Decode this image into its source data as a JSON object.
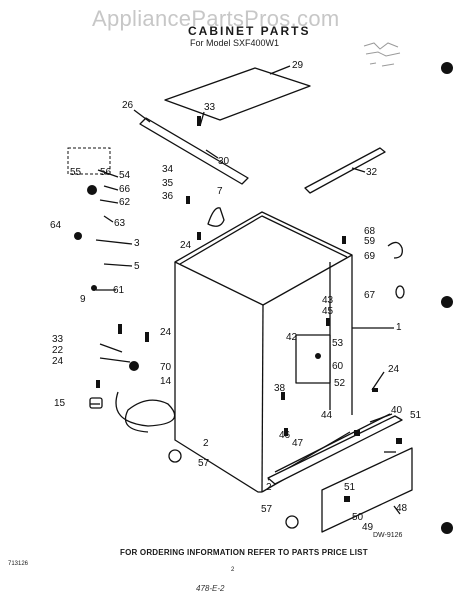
{
  "header": {
    "watermark": "AppliancePartsPros.com",
    "title": "CABINET PARTS",
    "subtitle": "For Model SXF400W1"
  },
  "footer": {
    "ordering_note": "FOR ORDERING INFORMATION REFER TO PARTS PRICE LIST",
    "code": "713126",
    "page_number": "2",
    "handwritten_note": "478-E-2",
    "drawing_number": "DW-9126"
  },
  "callouts": [
    {
      "id": "29",
      "label": "29"
    },
    {
      "id": "26",
      "label": "26"
    },
    {
      "id": "33a",
      "label": "33"
    },
    {
      "id": "30",
      "label": "30"
    },
    {
      "id": "55",
      "label": "55"
    },
    {
      "id": "56",
      "label": "56"
    },
    {
      "id": "54",
      "label": "54"
    },
    {
      "id": "66",
      "label": "66"
    },
    {
      "id": "62",
      "label": "62"
    },
    {
      "id": "63",
      "label": "63"
    },
    {
      "id": "34",
      "label": "34"
    },
    {
      "id": "35",
      "label": "35"
    },
    {
      "id": "36",
      "label": "36"
    },
    {
      "id": "32",
      "label": "32"
    },
    {
      "id": "7",
      "label": "7"
    },
    {
      "id": "64",
      "label": "64"
    },
    {
      "id": "3",
      "label": "3"
    },
    {
      "id": "24a",
      "label": "24"
    },
    {
      "id": "68",
      "label": "68"
    },
    {
      "id": "59",
      "label": "59"
    },
    {
      "id": "69",
      "label": "69"
    },
    {
      "id": "5",
      "label": "5"
    },
    {
      "id": "9",
      "label": "9"
    },
    {
      "id": "61",
      "label": "61"
    },
    {
      "id": "67",
      "label": "67"
    },
    {
      "id": "43",
      "label": "43"
    },
    {
      "id": "45",
      "label": "45"
    },
    {
      "id": "1",
      "label": "1"
    },
    {
      "id": "42",
      "label": "42"
    },
    {
      "id": "53",
      "label": "53"
    },
    {
      "id": "33b",
      "label": "33"
    },
    {
      "id": "24b",
      "label": "24"
    },
    {
      "id": "22",
      "label": "22"
    },
    {
      "id": "24c",
      "label": "24"
    },
    {
      "id": "60",
      "label": "60"
    },
    {
      "id": "70",
      "label": "70"
    },
    {
      "id": "24d",
      "label": "24"
    },
    {
      "id": "14",
      "label": "14"
    },
    {
      "id": "52",
      "label": "52"
    },
    {
      "id": "38",
      "label": "38"
    },
    {
      "id": "15",
      "label": "15"
    },
    {
      "id": "44",
      "label": "44"
    },
    {
      "id": "40",
      "label": "40"
    },
    {
      "id": "51a",
      "label": "51"
    },
    {
      "id": "46",
      "label": "46"
    },
    {
      "id": "47",
      "label": "47"
    },
    {
      "id": "2a",
      "label": "2"
    },
    {
      "id": "57a",
      "label": "57"
    },
    {
      "id": "2b",
      "label": "2"
    },
    {
      "id": "51b",
      "label": "51"
    },
    {
      "id": "48",
      "label": "48"
    },
    {
      "id": "57b",
      "label": "57"
    },
    {
      "id": "50",
      "label": "50"
    },
    {
      "id": "49",
      "label": "49"
    }
  ]
}
